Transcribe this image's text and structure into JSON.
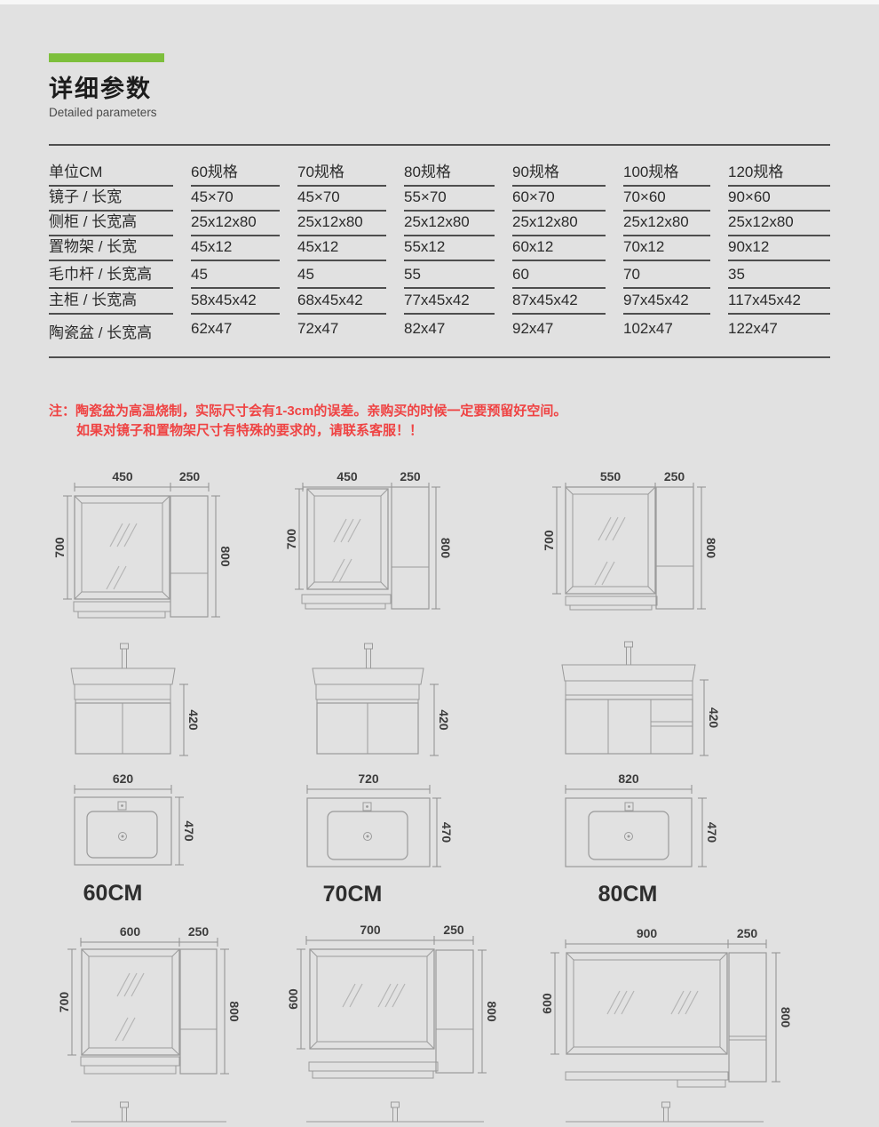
{
  "header": {
    "title": "详细参数",
    "subtitle": "Detailed parameters",
    "accent_color": "#7dbf3c"
  },
  "spec_table": {
    "unit_header": "单位CM",
    "columns": [
      "60规格",
      "70规格",
      "80规格",
      "90规格",
      "100规格",
      "120规格"
    ],
    "rows": [
      {
        "label": "镜子 / 长宽",
        "values": [
          "45×70",
          "45×70",
          "55×70",
          "60×70",
          "70×60",
          "90×60"
        ]
      },
      {
        "label": "侧柜 / 长宽高",
        "values": [
          "25x12x80",
          "25x12x80",
          "25x12x80",
          "25x12x80",
          "25x12x80",
          "25x12x80"
        ]
      },
      {
        "label": "置物架 / 长宽",
        "values": [
          "45x12",
          "45x12",
          "55x12",
          "60x12",
          "70x12",
          "90x12"
        ]
      },
      {
        "label": "毛巾杆 / 长宽高",
        "values": [
          "45",
          "45",
          "55",
          "60",
          "70",
          "35"
        ]
      },
      {
        "label": "主柜 / 长宽高",
        "values": [
          "58x45x42",
          "68x45x42",
          "77x45x42",
          "87x45x42",
          "97x45x42",
          "117x45x42"
        ]
      },
      {
        "label": "陶瓷盆 / 长宽高",
        "values": [
          "62x47",
          "72x47",
          "82x47",
          "92x47",
          "102x47",
          "122x47"
        ]
      }
    ]
  },
  "note": {
    "color": "#ef4343",
    "line1": "注：陶瓷盆为高温烧制，实际尺寸会有1-3cm的误差。亲购买的时候一定要预留好空间。",
    "line2": "如果对镜子和置物架尺寸有特殊的要求的，请联系客服！！"
  },
  "diagrams": {
    "mirror_row_top": [
      {
        "mirror_width": "450",
        "side_width": "250",
        "mirror_height": "700",
        "total_height": "800"
      },
      {
        "mirror_width": "450",
        "side_width": "250",
        "mirror_height": "700",
        "total_height": "800"
      },
      {
        "mirror_width": "550",
        "side_width": "250",
        "mirror_height": "700",
        "total_height": "800"
      }
    ],
    "cabinet_row": [
      {
        "height": "420"
      },
      {
        "height": "420"
      },
      {
        "height": "420"
      }
    ],
    "basin_row": [
      {
        "width": "620",
        "depth": "470",
        "size_label": "60CM"
      },
      {
        "width": "720",
        "depth": "470",
        "size_label": "70CM"
      },
      {
        "width": "820",
        "depth": "470",
        "size_label": "80CM"
      }
    ],
    "mirror_row_bottom": [
      {
        "mirror_width": "600",
        "side_width": "250",
        "mirror_height": "700",
        "total_height": "800"
      },
      {
        "mirror_width": "700",
        "side_width": "250",
        "mirror_height": "600",
        "total_height": "800"
      },
      {
        "mirror_width": "900",
        "side_width": "250",
        "mirror_height": "600",
        "total_height": "800"
      }
    ]
  }
}
